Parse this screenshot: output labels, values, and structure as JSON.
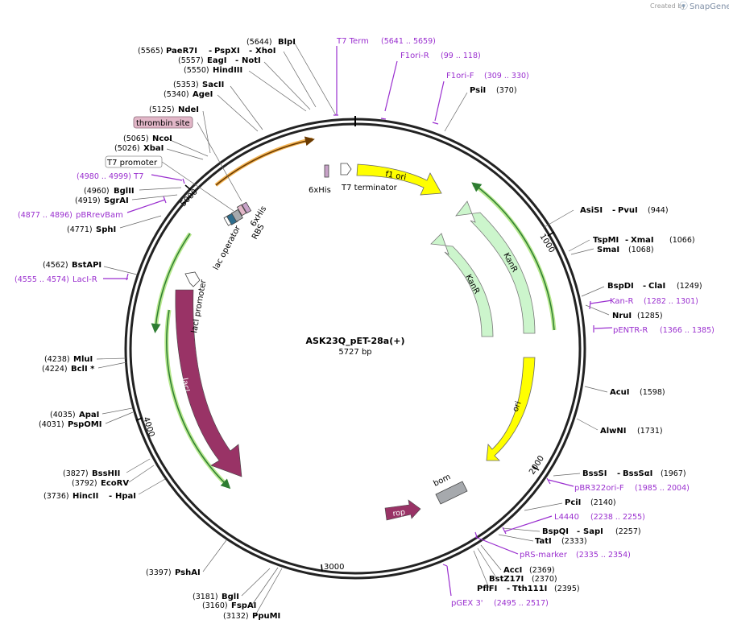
{
  "branding": {
    "created_by": "Created by",
    "product": "SnapGene"
  },
  "plasmid": {
    "name": "ASK23Q_pET-28a(+)",
    "length": "5727 bp",
    "bp": 5727
  },
  "ticks": [
    "1000",
    "2000",
    "3000",
    "4000",
    "5000"
  ],
  "enzymes": [
    {
      "pos": "(5644)",
      "name": "BlpI",
      "site": 5644
    },
    {
      "pos": "(5565)",
      "name": "PaeR7I",
      "extra": "PspXI",
      "extra2": "XhoI",
      "site": 5565
    },
    {
      "pos": "(5557)",
      "name": "EagI",
      "extra": "NotI",
      "site": 5557
    },
    {
      "pos": "(5550)",
      "name": "HindIII",
      "site": 5550
    },
    {
      "pos": "(5353)",
      "name": "SacII",
      "site": 5353
    },
    {
      "pos": "(5340)",
      "name": "AgeI",
      "site": 5340
    },
    {
      "pos": "(5125)",
      "name": "NdeI",
      "site": 5125
    },
    {
      "pos": "(5065)",
      "name": "NcoI",
      "site": 5065
    },
    {
      "pos": "(5026)",
      "name": "XbaI",
      "site": 5026
    },
    {
      "pos": "(4960)",
      "name": "BglII",
      "site": 4960
    },
    {
      "pos": "(4919)",
      "name": "SgrAI",
      "site": 4919
    },
    {
      "pos": "(4771)",
      "name": "SphI",
      "site": 4771
    },
    {
      "pos": "(4562)",
      "name": "BstAPI",
      "site": 4562
    },
    {
      "pos": "(4238)",
      "name": "MluI",
      "site": 4238
    },
    {
      "pos": "(4224)",
      "name": "BclI *",
      "site": 4224
    },
    {
      "pos": "(4035)",
      "name": "ApaI",
      "site": 4035
    },
    {
      "pos": "(4031)",
      "name": "PspOMI",
      "site": 4031
    },
    {
      "pos": "(3827)",
      "name": "BssHII",
      "site": 3827
    },
    {
      "pos": "(3792)",
      "name": "EcoRV",
      "site": 3792
    },
    {
      "pos": "(3736)",
      "name": "HincII",
      "extra": "HpaI",
      "site": 3736
    },
    {
      "pos": "(3397)",
      "name": "PshAI",
      "site": 3397
    },
    {
      "pos": "(3181)",
      "name": "BglI",
      "site": 3181
    },
    {
      "pos": "(3160)",
      "name": "FspAI",
      "site": 3160
    },
    {
      "pos": "(3132)",
      "name": "PpuMI",
      "site": 3132
    },
    {
      "pos": "(370)",
      "name": "PsiI",
      "site": 370
    },
    {
      "pos": "(944)",
      "name": "AsiSI",
      "extra": "PvuI",
      "site": 944
    },
    {
      "pos": "(1066)",
      "name": "TspMI",
      "extra": "XmaI",
      "site": 1066
    },
    {
      "pos": "(1068)",
      "name": "SmaI",
      "site": 1068
    },
    {
      "pos": "(1249)",
      "name": "BspDI",
      "extra": "ClaI",
      "site": 1249
    },
    {
      "pos": "(1285)",
      "name": "NruI",
      "site": 1285
    },
    {
      "pos": "(1598)",
      "name": "AcuI",
      "site": 1598
    },
    {
      "pos": "(1731)",
      "name": "AlwNI",
      "site": 1731
    },
    {
      "pos": "(1967)",
      "name": "BssSI",
      "extra": "BssSαI",
      "site": 1967
    },
    {
      "pos": "(2140)",
      "name": "PciI",
      "site": 2140
    },
    {
      "pos": "(2257)",
      "name": "BspQI",
      "extra": "SapI",
      "site": 2257
    },
    {
      "pos": "(2333)",
      "name": "TatI",
      "site": 2333
    },
    {
      "pos": "(2369)",
      "name": "AccI",
      "site": 2369
    },
    {
      "pos": "(2370)",
      "name": "BstZ17I",
      "site": 2370
    },
    {
      "pos": "(2395)",
      "name": "PflFI",
      "extra": "Tth111I",
      "site": 2395
    }
  ],
  "primers": [
    {
      "name": "T7 Term",
      "range": "(5641 .. 5659)"
    },
    {
      "name": "F1ori-R",
      "range": "(99 .. 118)"
    },
    {
      "name": "F1ori-F",
      "range": "(309 .. 330)"
    },
    {
      "name": "T7",
      "range": "(4980 .. 4999)"
    },
    {
      "name": "pBRrevBam",
      "range": "(4877 .. 4896)"
    },
    {
      "name": "LacI-R",
      "range": "(4555 .. 4574)"
    },
    {
      "name": "Kan-R",
      "range": "(1282 .. 1301)"
    },
    {
      "name": "pENTR-R",
      "range": "(1366 .. 1385)"
    },
    {
      "name": "pBR322ori-F",
      "range": "(1985 .. 2004)"
    },
    {
      "name": "L4440",
      "range": "(2238 .. 2255)"
    },
    {
      "name": "pRS-marker",
      "range": "(2335 .. 2354)"
    },
    {
      "name": "pGEX 3'",
      "range": "(2495 .. 2517)"
    }
  ],
  "features": {
    "f1_ori": "f1 ori",
    "kanr1": "KanR",
    "kanr2": "KanR",
    "ori": "ori",
    "bom": "bom",
    "rop": "rop",
    "laci": "lacI",
    "laci_promoter": "lacI promoter",
    "lac_operator": "lac operator",
    "rbs": "RBS",
    "sixhis_inner": "6xHis",
    "sixhis_top": "6xHis",
    "t7_terminator": "T7 terminator",
    "thrombin_site": "thrombin site",
    "t7_promoter": "T7 promoter"
  },
  "colors": {
    "primer": "#9a2fcf",
    "f1_ori": "#ffff00",
    "ori": "#ffff00",
    "kanr": "#ccf5cc",
    "laci": "#993366",
    "rop": "#993366",
    "bom": "#a6a9ad",
    "highlight": "#7bd13d",
    "thrombin": "#e2b7c8",
    "orf_arrow": "#f3b453"
  }
}
